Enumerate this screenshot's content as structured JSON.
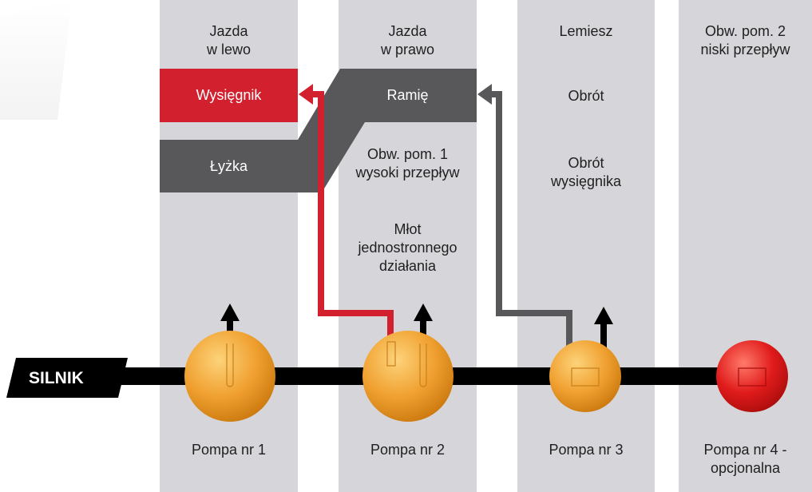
{
  "colors": {
    "column_bg": "#d6d6da",
    "highlight_red": "#d3202f",
    "dark_gray": "#58585a",
    "pump_orange": "#f0a030",
    "pump_optional_red": "#e01b1b",
    "shaft": "#000000"
  },
  "engine": {
    "label": "SILNIK"
  },
  "columns": [
    {
      "header": "Jazda\nw lewo"
    },
    {
      "header": "Jazda\nw prawo"
    },
    {
      "header": "Lemiesz"
    },
    {
      "header": "Obw. pom. 2\nniski przepływ"
    }
  ],
  "boxes": {
    "wysiegnik": "Wysięgnik",
    "lyzka": "Łyżka",
    "ramie": "Ramię"
  },
  "functions": {
    "obw_pom_1": "Obw. pom. 1\nwysoki przepływ",
    "mlot": "Młot\njednostronnego\ndziałania",
    "obrot": "Obrót",
    "obrot_wysiegnika": "Obrót\nwysięgnika"
  },
  "pumps": [
    {
      "label": "Pompa nr 1"
    },
    {
      "label": "Pompa nr 2"
    },
    {
      "label": "Pompa nr 3"
    },
    {
      "label": "Pompa nr 4 -\nopcjonalna"
    }
  ]
}
